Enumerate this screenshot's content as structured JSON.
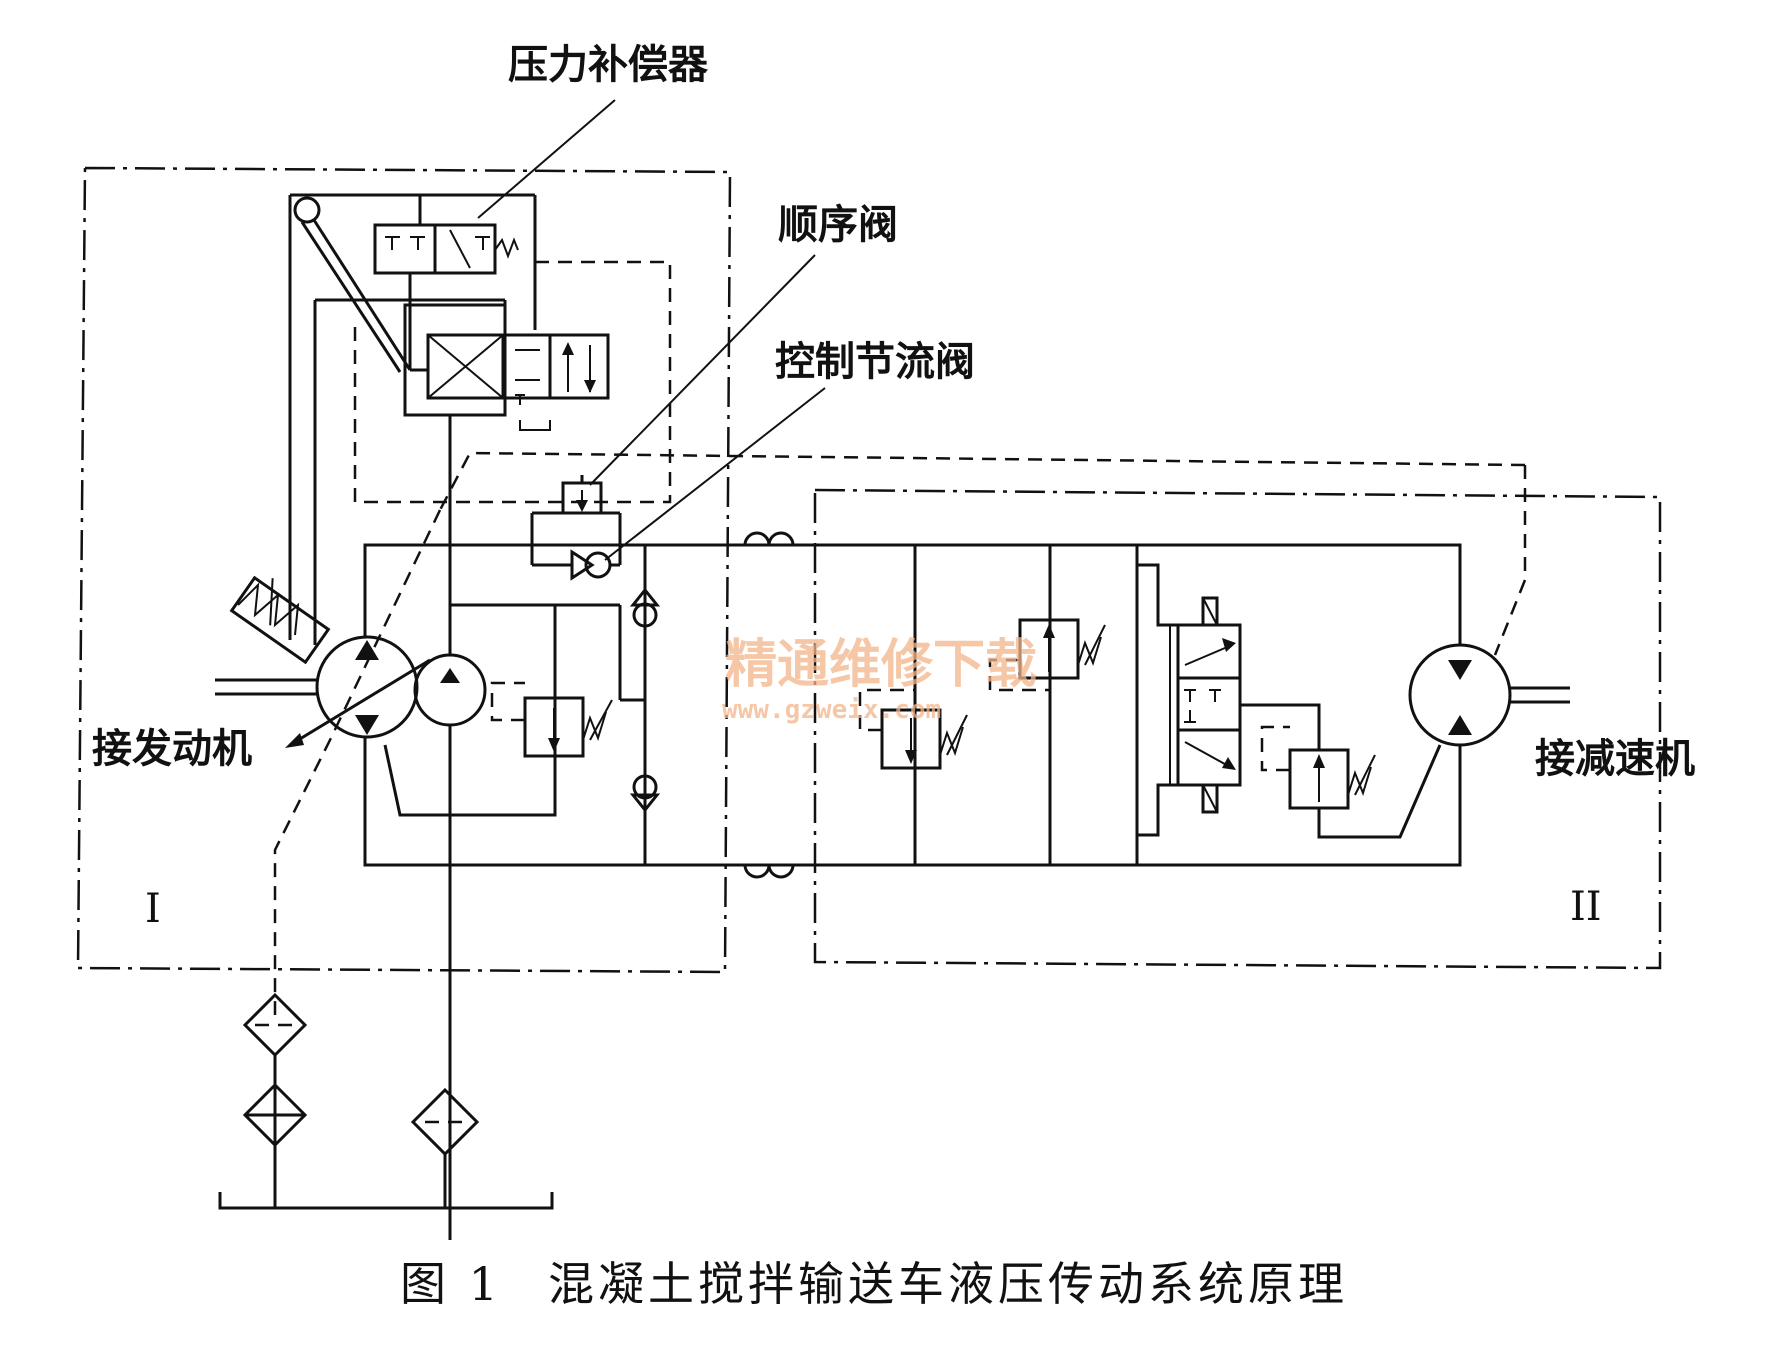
{
  "labels": {
    "pressure_compensator": "压力补偿器",
    "sequence_valve": "顺序阀",
    "control_throttle_valve": "控制节流阀",
    "to_engine": "接发动机",
    "to_reducer": "接减速机",
    "zone_one": "I",
    "zone_two": "II"
  },
  "caption": {
    "figure_number": "图 1",
    "title": "混凝土搅拌输送车液压传动系统原理"
  },
  "watermark": {
    "text": "精通维修下载",
    "url": "www.gzweix.com",
    "color": "#f3b58a"
  }
}
